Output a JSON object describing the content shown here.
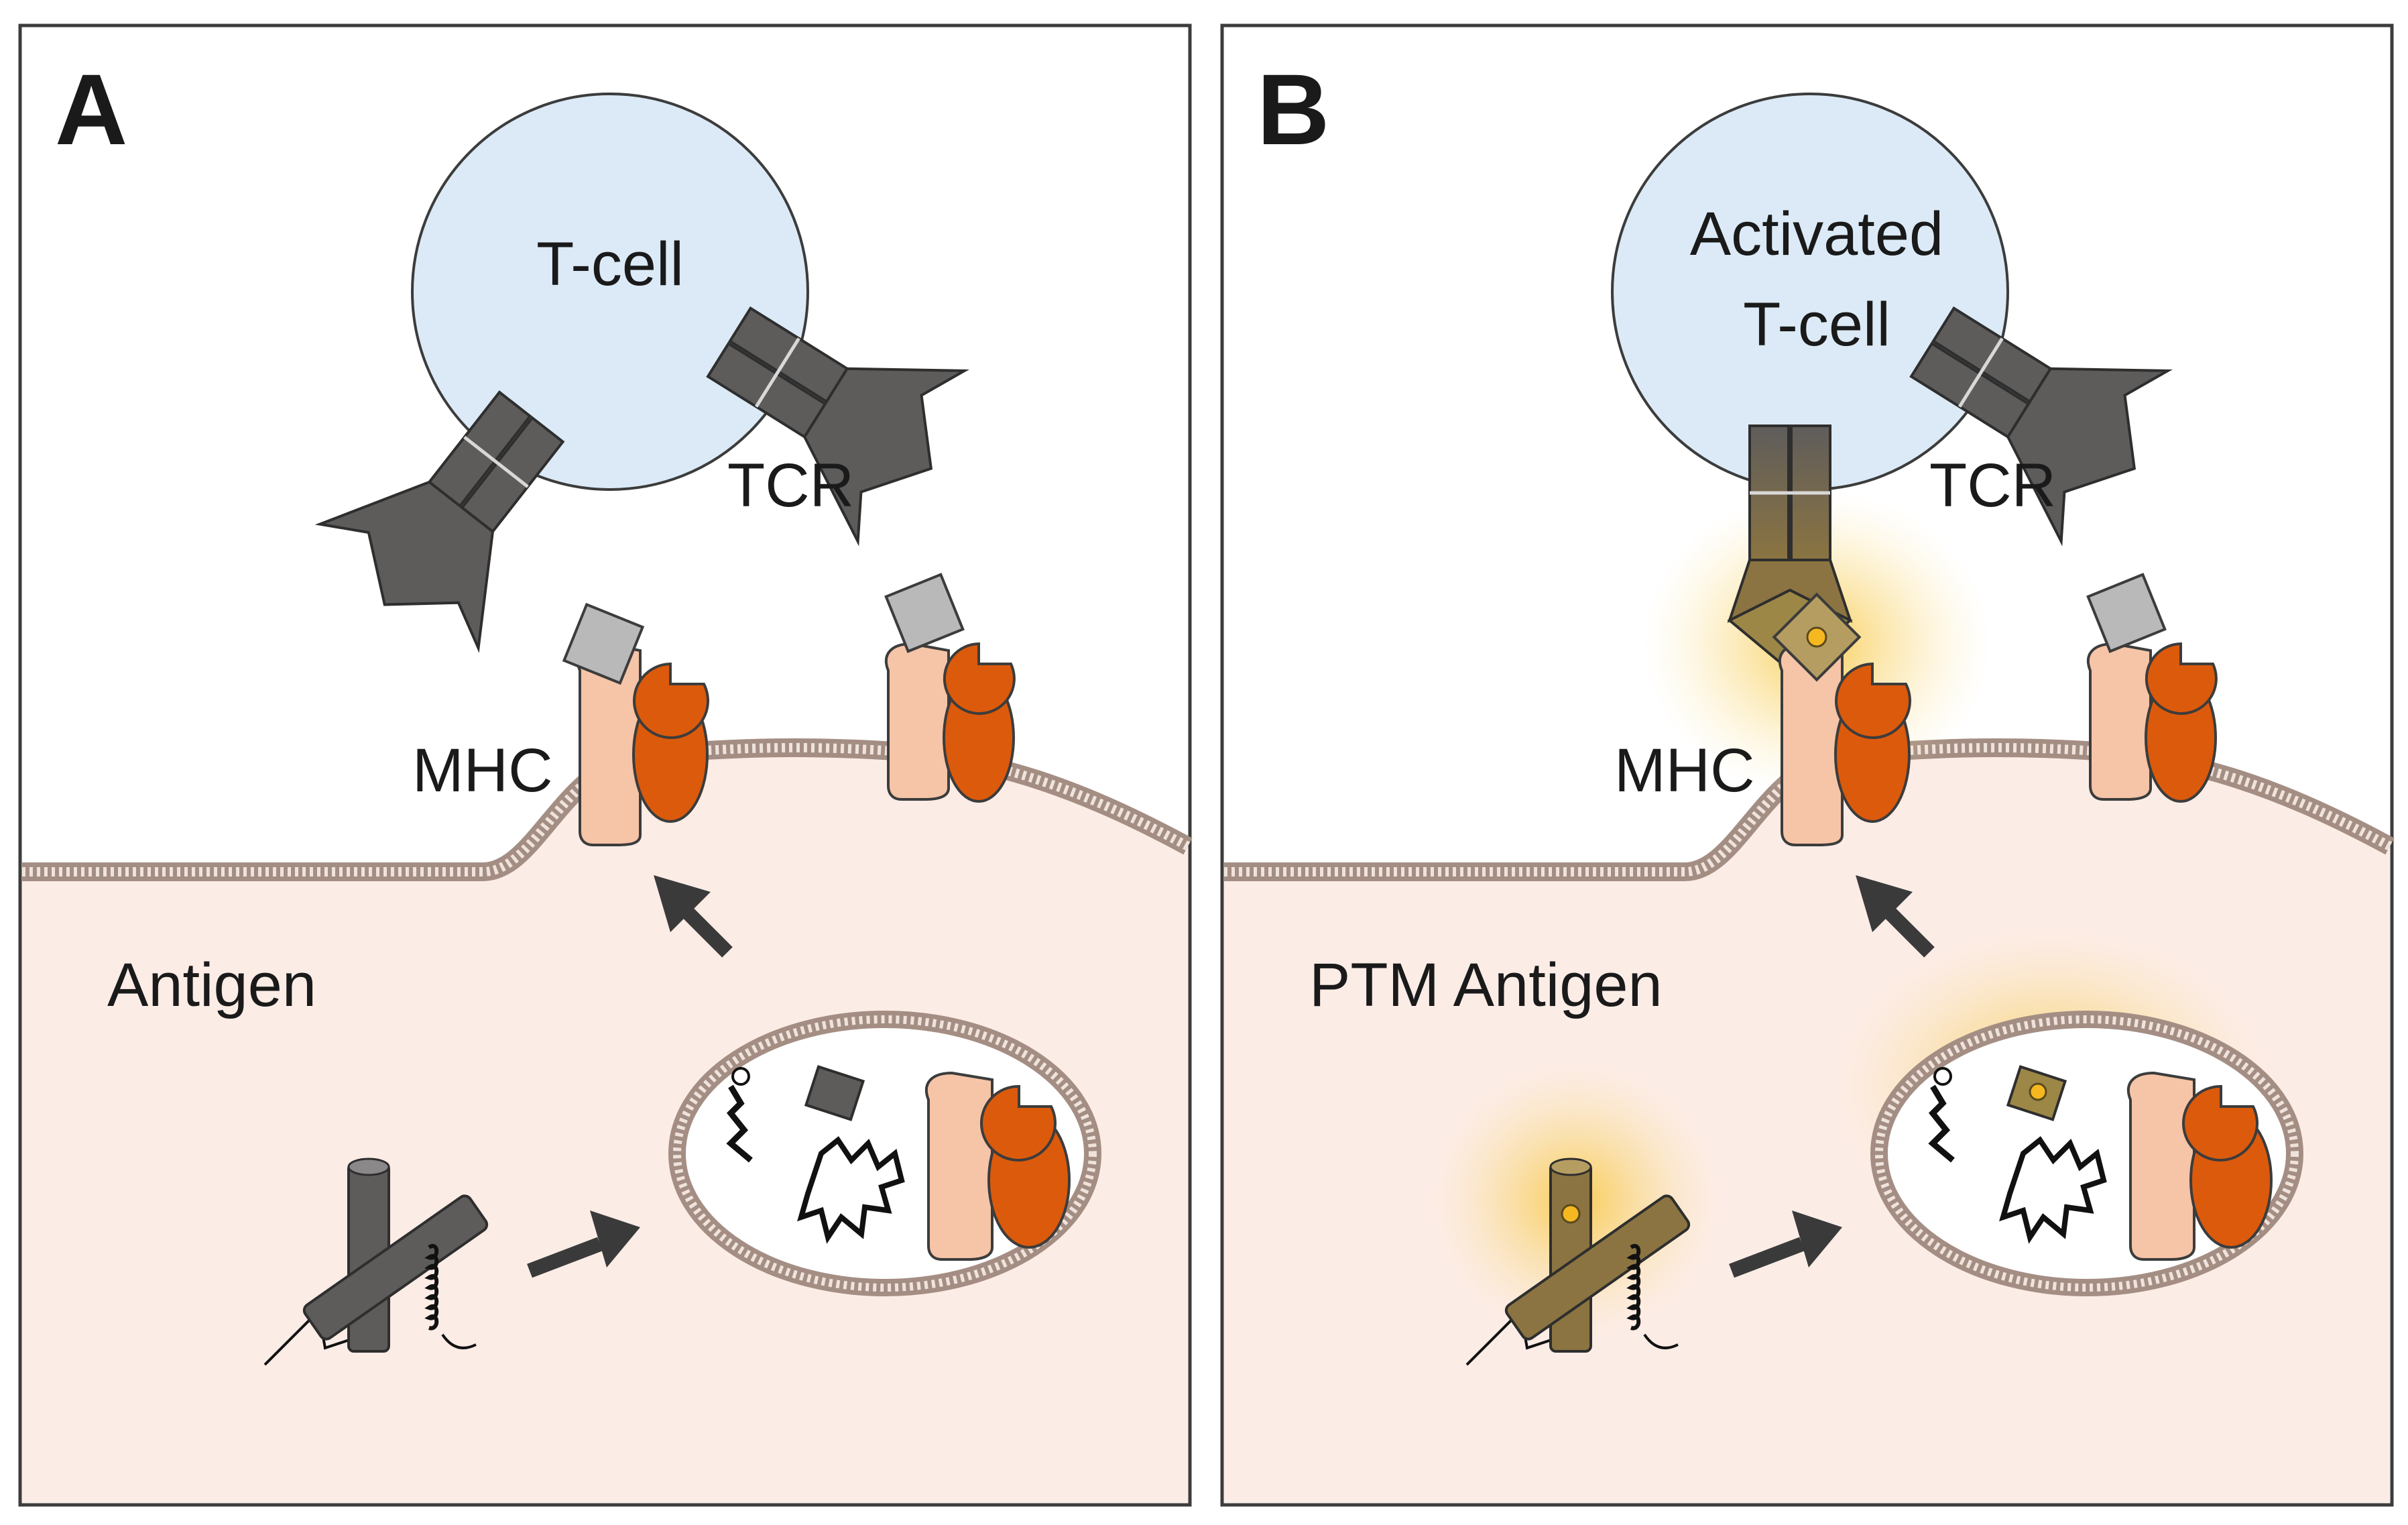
{
  "panels": [
    {
      "letter": "A",
      "cell_label_lines": [
        "T-cell"
      ],
      "receptor_label": "TCR",
      "mhc_label": "MHC",
      "antigen_label": "Antigen",
      "activated": false
    },
    {
      "letter": "B",
      "cell_label_lines": [
        "Activated",
        "T-cell"
      ],
      "receptor_label": "TCR",
      "mhc_label": "MHC",
      "antigen_label": "PTM Antigen",
      "activated": true
    }
  ],
  "colors": {
    "tcell_fill": "#dbeaf6",
    "receptor_gray": "#5e5c5b",
    "mhc_light": "#f6c4a7",
    "mhc_dark": "#dc5a0c",
    "peptide_gray": "#b9b9b9",
    "cytoplasm": "#fcece6",
    "membrane": "#b8a39a",
    "highlight_glow": "#f8c63a",
    "ptm_tint": "#9c8747"
  }
}
